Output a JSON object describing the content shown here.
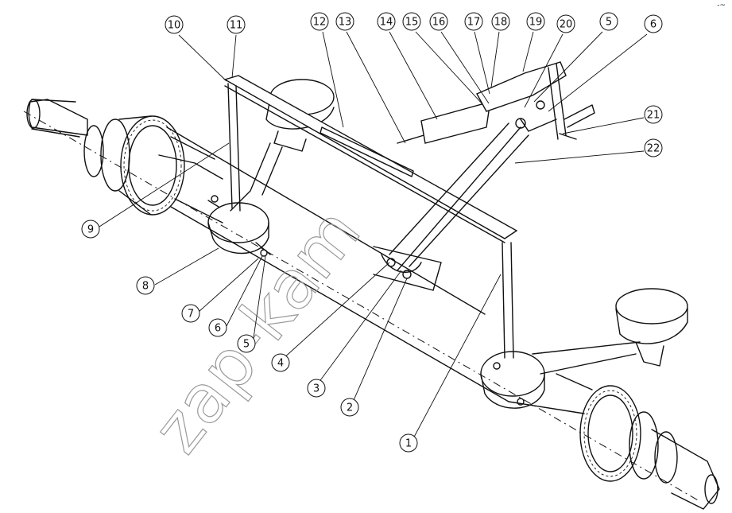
{
  "watermark": "zap-kam",
  "corner_mark": "-~",
  "callouts": [
    {
      "label": "10"
    },
    {
      "label": "11"
    },
    {
      "label": "12"
    },
    {
      "label": "13"
    },
    {
      "label": "14"
    },
    {
      "label": "15"
    },
    {
      "label": "16"
    },
    {
      "label": "17"
    },
    {
      "label": "18"
    },
    {
      "label": "19"
    },
    {
      "label": "20"
    },
    {
      "label": "5"
    },
    {
      "label": "6"
    },
    {
      "label": "21"
    },
    {
      "label": "22"
    },
    {
      "label": "9"
    },
    {
      "label": "8"
    },
    {
      "label": "7"
    },
    {
      "label": "6"
    },
    {
      "label": "5"
    },
    {
      "label": "4"
    },
    {
      "label": "3"
    },
    {
      "label": "2"
    },
    {
      "label": "1"
    }
  ]
}
